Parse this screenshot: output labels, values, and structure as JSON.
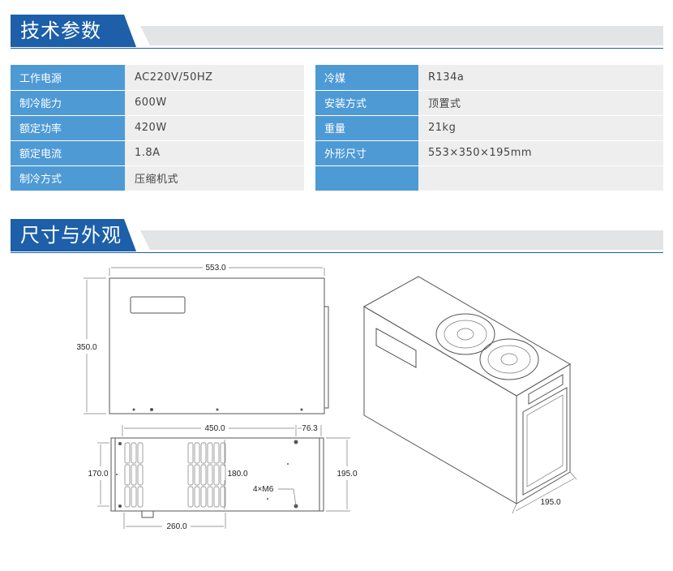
{
  "sections": {
    "specs_title": "技术参数",
    "appearance_title": "尺寸与外观"
  },
  "specs": {
    "left": [
      {
        "label": "工作电源",
        "value": "AC220V/50HZ"
      },
      {
        "label": "制冷能力",
        "value": "600W"
      },
      {
        "label": "额定功率",
        "value": "420W"
      },
      {
        "label": "额定电流",
        "value": "1.8A"
      },
      {
        "label": "制冷方式",
        "value": "压缩机式"
      }
    ],
    "right": [
      {
        "label": "冷媒",
        "value": "R134a"
      },
      {
        "label": "安装方式",
        "value": "顶置式"
      },
      {
        "label": "重量",
        "value": "21kg"
      },
      {
        "label": "外形尺寸",
        "value": "553×350×195mm"
      },
      {
        "label": "",
        "value": ""
      }
    ]
  },
  "drawing": {
    "front_width": "553.0",
    "front_height": "350.0",
    "bottom_width": "450.0",
    "bottom_offset": "76.3",
    "bottom_height_left": "170.0",
    "bottom_height_mid": "180.0",
    "bottom_depth": "195.0",
    "bottom_base": "260.0",
    "screw_label": "4×M6",
    "iso_depth": "195.0"
  }
}
